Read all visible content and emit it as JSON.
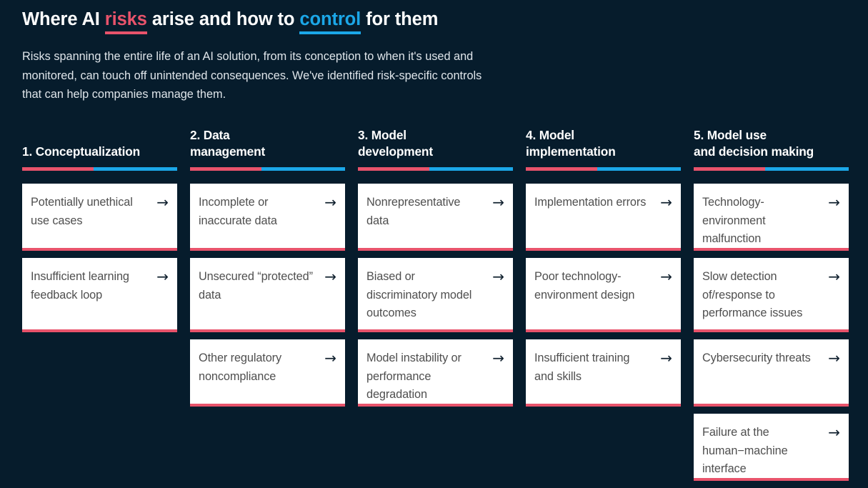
{
  "header": {
    "title_parts": {
      "pre": "Where AI ",
      "highlight_risk": "risks",
      "mid": " arise and how to ",
      "highlight_control": "control",
      "post": " for them"
    },
    "subtitle": "Risks spanning the entire life of an AI solution, from its conception to when it's used and monitored, can touch off unintended consequences. We've identified risk-specific controls that can help companies manage them."
  },
  "colors": {
    "background": "#061c2c",
    "accent_red": "#e8536b",
    "accent_blue": "#1ba7e8",
    "card_background": "#ffffff",
    "card_text": "#4f4f4f",
    "heading_text": "#ffffff"
  },
  "arrow_icon": "→",
  "columns": [
    {
      "heading": "1. Conceptualization",
      "cards": [
        {
          "label": "Potentially unethical use cases"
        },
        {
          "label": "Insufficient learning feedback loop"
        }
      ]
    },
    {
      "heading": "2. Data\nmanagement",
      "cards": [
        {
          "label": "Incomplete or inaccurate data"
        },
        {
          "label": "Unsecured “protected” data"
        },
        {
          "label": "Other regulatory noncompliance"
        }
      ]
    },
    {
      "heading": "3. Model\ndevelopment",
      "cards": [
        {
          "label": "Nonrepresentative data"
        },
        {
          "label": "Biased or discriminatory model outcomes"
        },
        {
          "label": "Model instability or performance degradation"
        }
      ]
    },
    {
      "heading": "4. Model\nimplementation",
      "cards": [
        {
          "label": "Implementation errors"
        },
        {
          "label": "Poor technology-environment design"
        },
        {
          "label": "Insufficient training and skills"
        }
      ]
    },
    {
      "heading": "5. Model use\nand decision making",
      "cards": [
        {
          "label": "Technology-environment malfunction"
        },
        {
          "label": "Slow detection of/response to performance issues"
        },
        {
          "label": "Cybersecurity threats"
        },
        {
          "label": "Failure at the human−machine interface"
        }
      ]
    }
  ]
}
